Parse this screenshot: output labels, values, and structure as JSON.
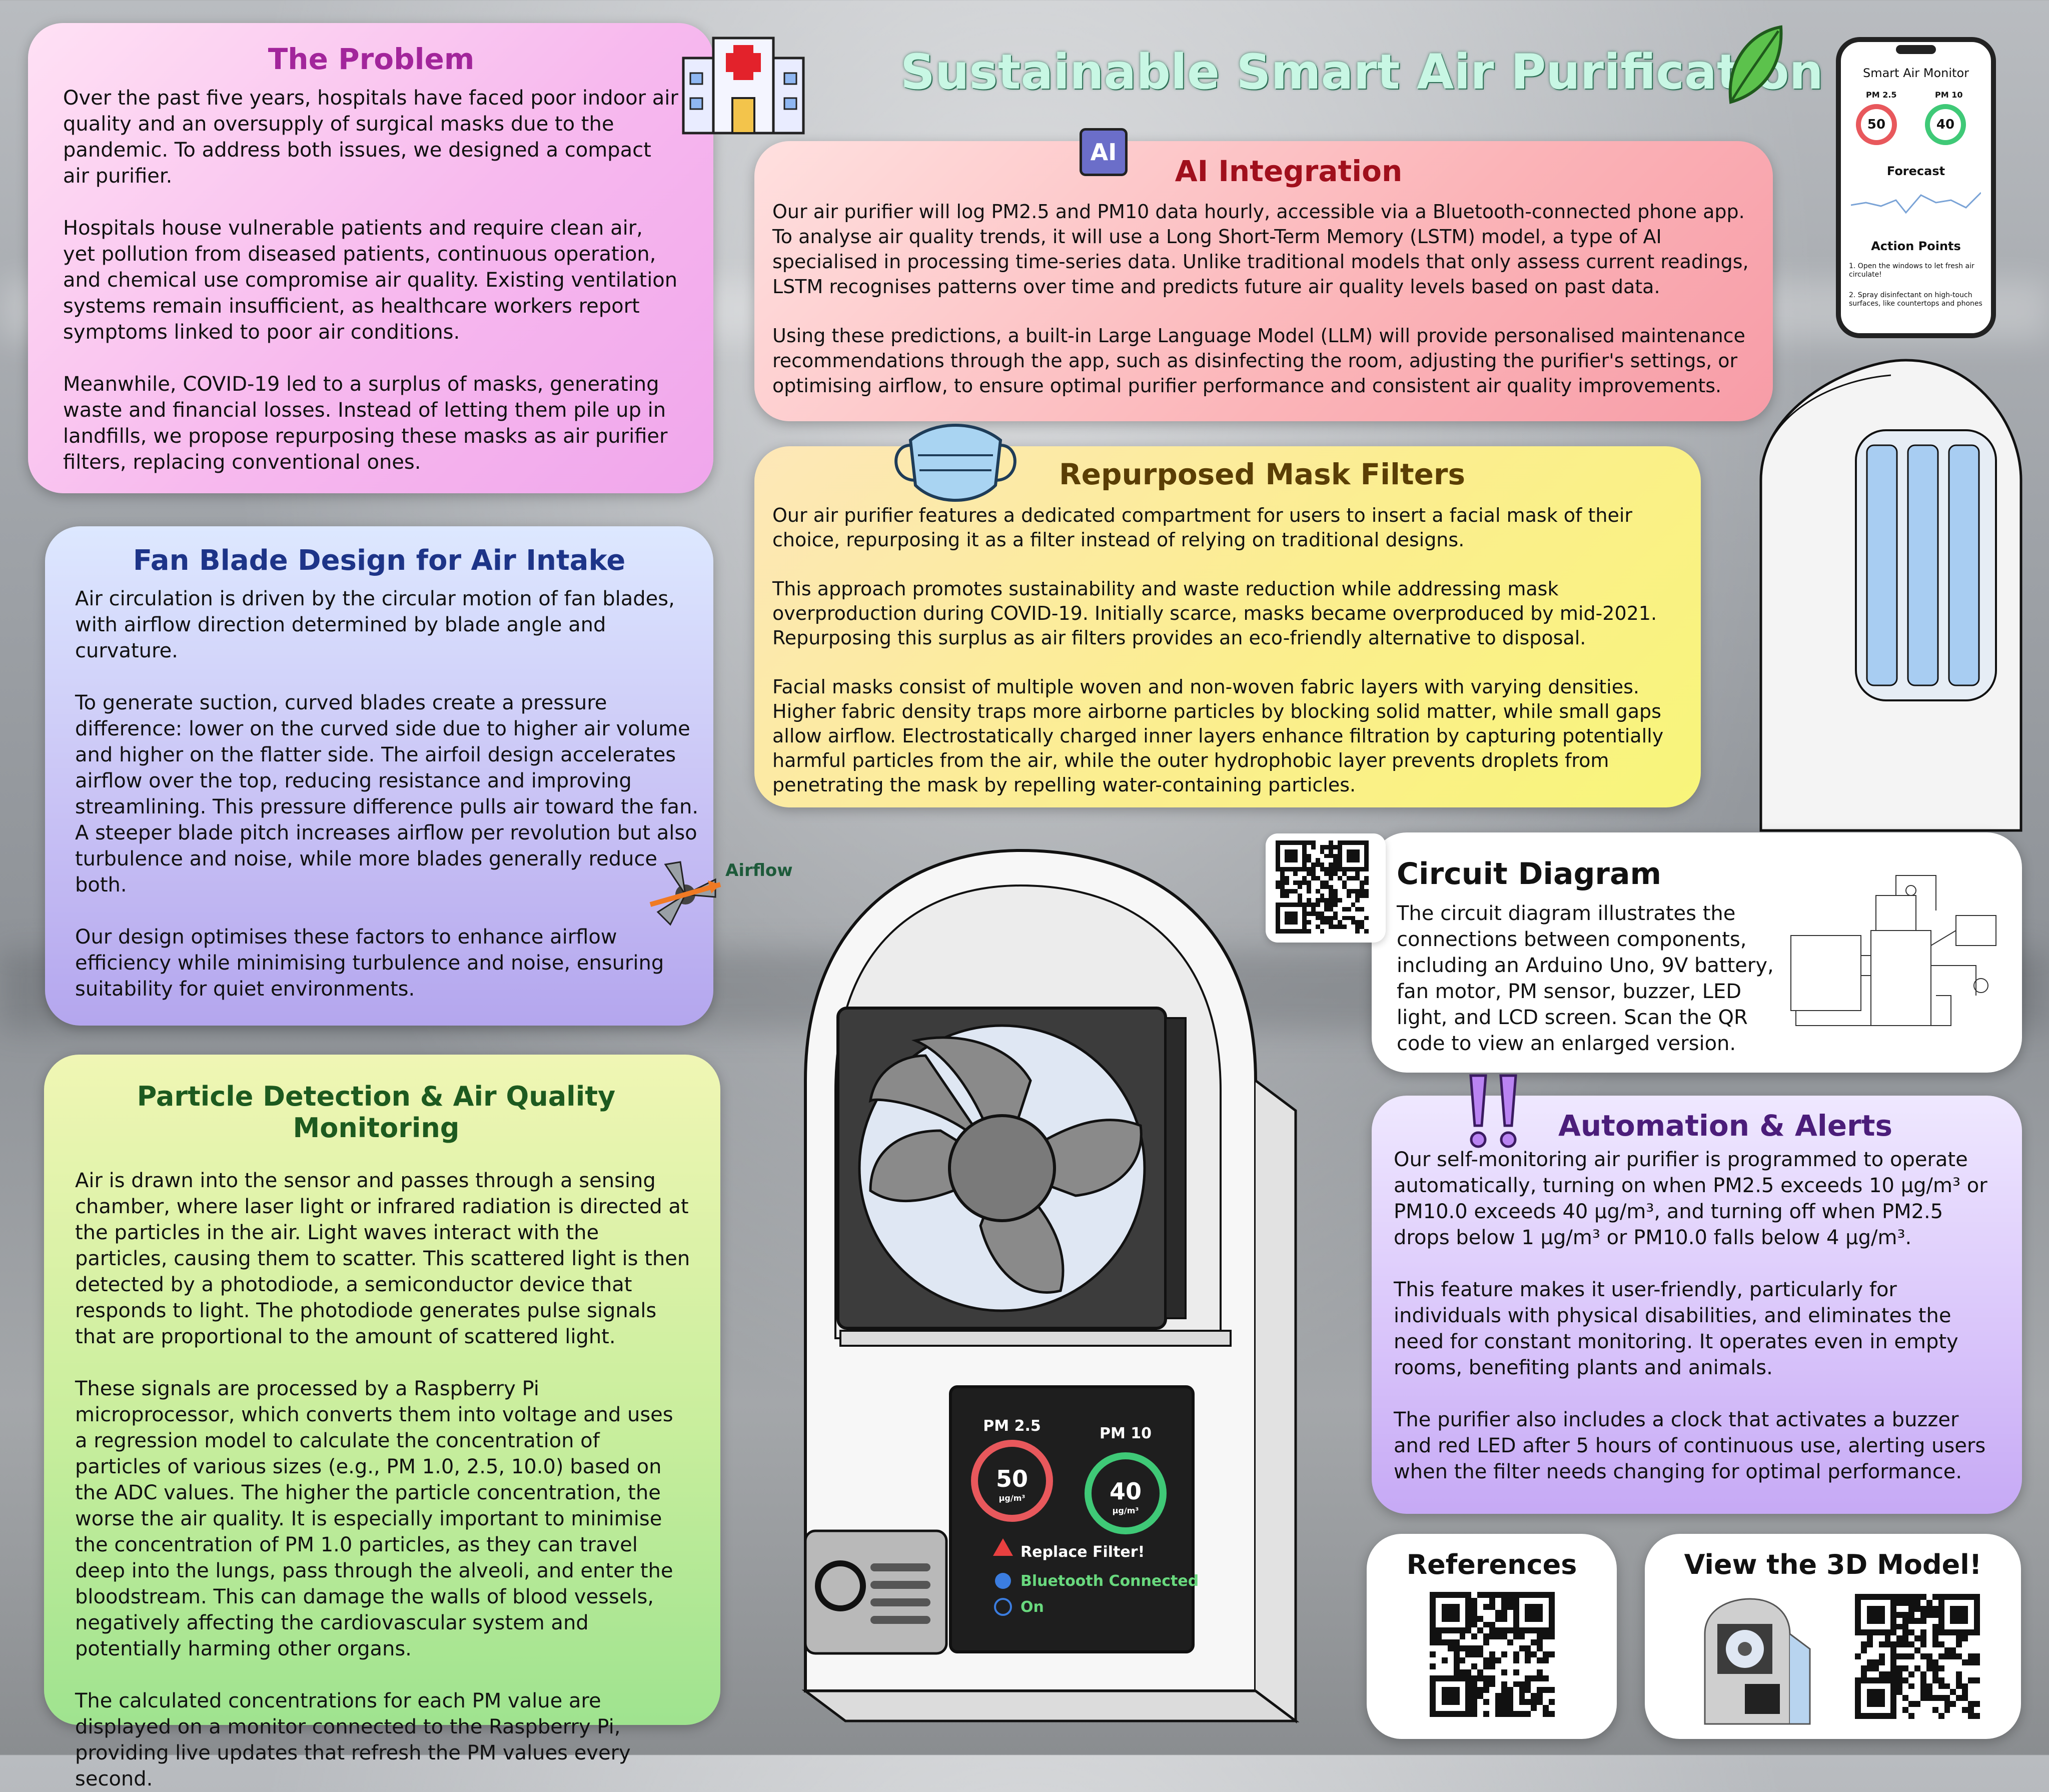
{
  "title": "Sustainable Smart Air Purification",
  "problem": {
    "heading": "The Problem",
    "p1": "Over the past five years, hospitals have faced poor indoor air quality and an oversupply of surgical masks due to the pandemic. To address both issues, we designed a compact air purifier.",
    "p2": "Hospitals house vulnerable patients and require clean air, yet pollution from diseased patients, continuous operation, and chemical use compromise air quality. Existing ventilation systems remain insufficient, as healthcare workers report symptoms linked to poor air conditions.",
    "p3": "Meanwhile, COVID-19 led to a surplus of masks, generating waste and financial losses. Instead of letting them pile up in landfills, we propose repurposing these masks as air purifier filters, replacing conventional ones."
  },
  "fan": {
    "heading": "Fan Blade Design for Air Intake",
    "p1": "Air circulation is driven by the circular motion of fan blades, with airflow direction determined by blade angle and curvature.",
    "p2": "To generate suction, curved blades create a pressure difference: lower on the curved side due to higher air volume and higher on the flatter side. The airfoil design accelerates airflow over the top, reducing resistance and improving streamlining. This pressure difference pulls air toward the fan. A steeper blade pitch increases airflow per revolution but also turbulence and noise, while more blades generally reduce both.",
    "p3": "Our design optimises these factors to enhance airflow efficiency while minimising turbulence and noise, ensuring suitability for quiet environments.",
    "airflow_label": "Airflow"
  },
  "particle": {
    "heading": "Particle Detection & Air Quality Monitoring",
    "p1": "Air is drawn into the sensor and passes through a sensing chamber, where laser light or infrared radiation is directed at the particles in the air. Light waves interact with the particles, causing them to scatter. This scattered light is then detected by a photodiode, a semiconductor device that responds to light. The photodiode generates pulse signals that are proportional to the amount of scattered light.",
    "p2": "These signals are processed by a Raspberry Pi microprocessor, which converts them into voltage and uses a regression model to calculate the concentration of particles of various sizes (e.g., PM 1.0, 2.5, 10.0) based on the ADC values. The higher the particle concentration, the worse the air quality. It is especially important to minimise the concentration of PM 1.0 particles, as they can travel deep into the lungs, pass through the alveoli, and enter the bloodstream. This can damage the walls of blood vessels, negatively affecting the cardiovascular system and potentially harming other organs.",
    "p3": "The calculated concentrations for each PM value are displayed on a monitor connected to the Raspberry Pi, providing live updates that refresh the PM values every second."
  },
  "ai": {
    "heading": "AI Integration",
    "icon_text": "AI",
    "p1": "Our air purifier will log PM2.5 and PM10 data hourly, accessible via a Bluetooth-connected phone app. To analyse air quality trends, it will use a Long Short-Term Memory (LSTM) model, a type of AI specialised in processing time-series data. Unlike traditional models that only assess current readings, LSTM recognises patterns over time and predicts future air quality levels based on past data.",
    "p2": "Using these predictions, a built-in Large Language Model (LLM) will provide personalised maintenance recommendations through the app, such as disinfecting the room, adjusting the purifier's settings, or optimising airflow, to ensure optimal purifier performance and consistent air quality improvements."
  },
  "mask": {
    "heading": "Repurposed Mask Filters",
    "p1": "Our air purifier features a dedicated compartment for users to insert a facial mask of their choice, repurposing it as a filter instead of relying on traditional designs.",
    "p2": "This approach promotes sustainability and waste reduction while addressing mask overproduction during COVID-19. Initially scarce, masks became overproduced by mid-2021. Repurposing this surplus as air filters provides an eco-friendly alternative to disposal.",
    "p3": "Facial masks consist of multiple woven and non-woven fabric layers with varying densities. Higher fabric density traps more airborne particles by blocking solid matter, while small gaps allow airflow. Electrostatically charged inner layers enhance filtration by capturing potentially harmful particles from the air, while the outer hydrophobic layer prevents droplets from penetrating the mask by repelling water-containing particles."
  },
  "circuit": {
    "heading": "Circuit Diagram",
    "body": "The circuit diagram illustrates the connections between components, including an Arduino Uno, 9V battery, fan motor, PM sensor, buzzer, LED light, and LCD screen. Scan the QR code to view an enlarged version."
  },
  "automation": {
    "heading": "Automation & Alerts",
    "p1": "Our self-monitoring air purifier is programmed to operate automatically, turning on when PM2.5 exceeds 10 µg/m³ or PM10.0 exceeds 40 µg/m³, and turning off when PM2.5 drops below 1 µg/m³ or PM10.0 falls below 4 µg/m³.",
    "p2": "This feature makes it user-friendly, particularly for individuals with physical disabilities, and eliminates the need for constant monitoring. It operates even in empty rooms, benefiting plants and animals.",
    "p3": "The purifier also includes a clock that activates a buzzer and red LED after 5 hours of continuous use, alerting users when the filter needs changing for optimal performance."
  },
  "references": {
    "heading": "References"
  },
  "model3d": {
    "heading": "View the 3D Model!"
  },
  "phone": {
    "app_title": "Smart Air Monitor",
    "pm25_label": "PM 2.5",
    "pm25_value": "50",
    "pm10_label": "PM 10",
    "pm10_value": "40",
    "forecast_title": "Forecast",
    "action_title": "Action Points",
    "action_1": "1. Open the windows to let fresh air circulate!",
    "action_2": "2. Spray disinfectant on high-touch surfaces, like countertops and phones"
  },
  "device_screen": {
    "pm25_label": "PM 2.5",
    "pm25_value": "50",
    "pm10_label": "PM 10",
    "pm10_value": "40",
    "unit": "µg/m³",
    "status_filter": "Replace Filter!",
    "status_bluetooth": "Bluetooth Connected",
    "status_power": "On"
  },
  "colors": {
    "pm25_ring": "#e8585c",
    "pm10_ring": "#3fc977",
    "title_fill": "#c8f7e4"
  },
  "icons": [
    "hospital-icon",
    "leaf-icon",
    "ai-chip-icon",
    "face-mask-icon",
    "double-exclamation-icon",
    "fan-blade-icon",
    "qr-code-icon"
  ]
}
